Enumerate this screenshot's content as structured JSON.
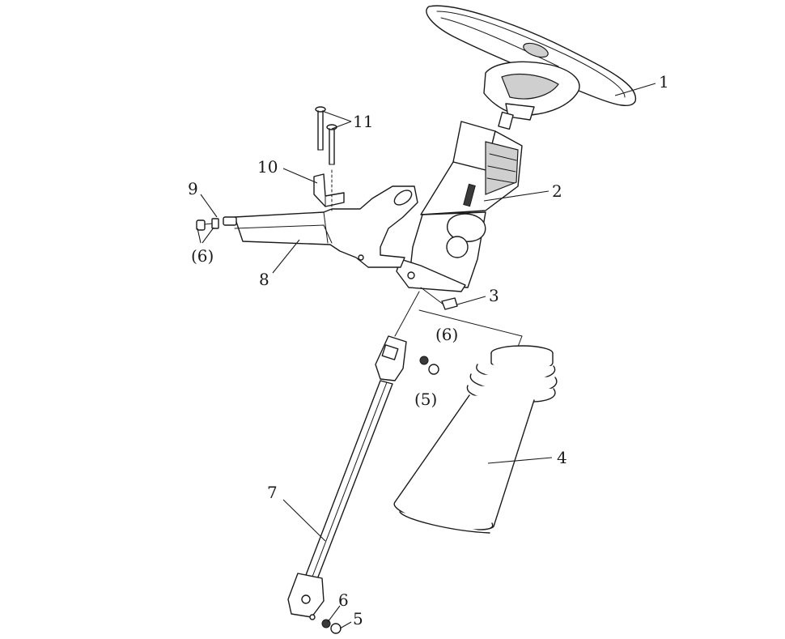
{
  "callouts": {
    "c1": "1",
    "c2": "2",
    "c3": "3",
    "c4": "4",
    "c5_top": "(5)",
    "c6_top": "(6)",
    "c6_left": "(6)",
    "c7": "7",
    "c8": "8",
    "c9": "9",
    "c10": "10",
    "c11": "11",
    "c6_bottom": "6",
    "c5_bottom": "5"
  },
  "colors": {
    "line": "#1a1a1a",
    "background": "#ffffff",
    "shade": "#cfcfcf"
  }
}
